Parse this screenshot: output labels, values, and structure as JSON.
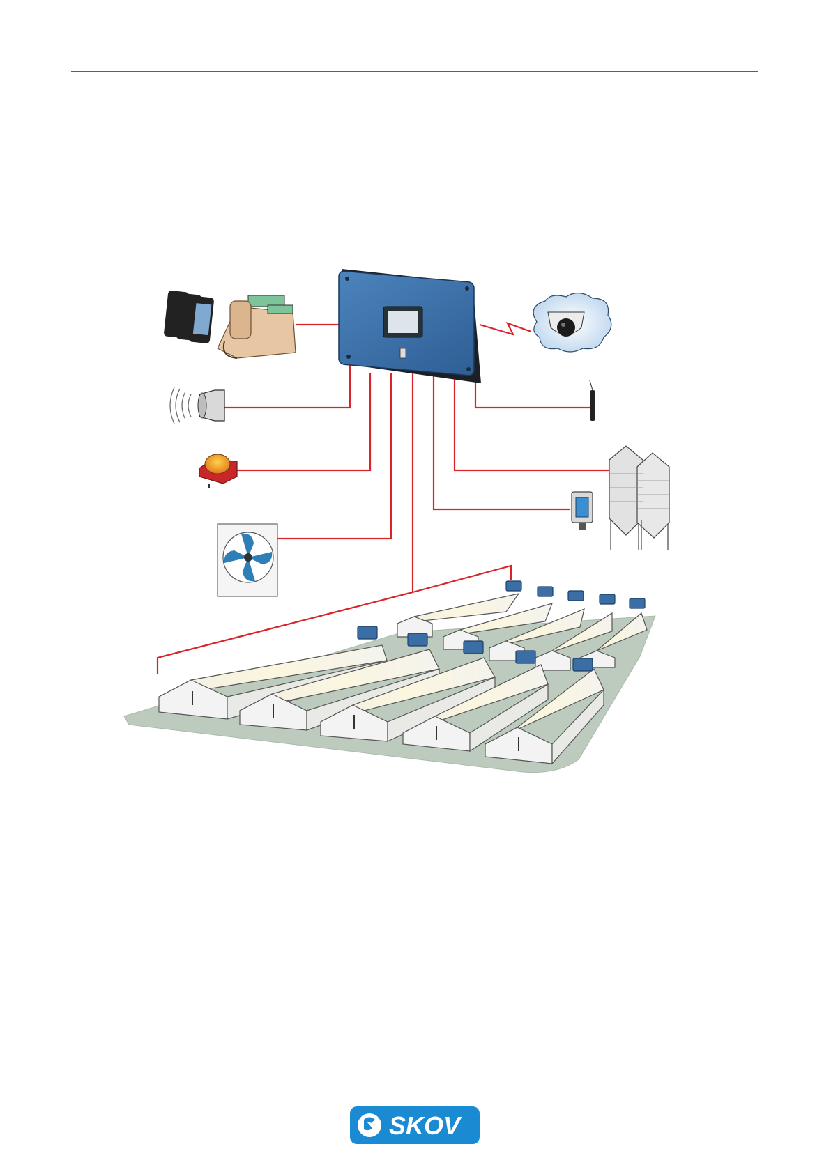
{
  "header": {},
  "diagram": {
    "components": [
      {
        "name": "mobile-phones",
        "icon": "mobile-phone-icon"
      },
      {
        "name": "desk-telephone",
        "icon": "telephone-icon"
      },
      {
        "name": "siren",
        "icon": "siren-icon"
      },
      {
        "name": "alarm-beacon",
        "icon": "beacon-light-icon"
      },
      {
        "name": "ventilation-fan",
        "icon": "fan-icon"
      },
      {
        "name": "central-controller",
        "icon": "controller-cabinet-icon"
      },
      {
        "name": "dome-camera",
        "icon": "camera-icon"
      },
      {
        "name": "temperature-sensor",
        "icon": "sensor-probe-icon"
      },
      {
        "name": "feed-silos",
        "icon": "silo-icon"
      },
      {
        "name": "silo-weighing-unit",
        "icon": "weighing-unit-icon"
      },
      {
        "name": "livestock-houses",
        "icon": "barn-icon"
      }
    ],
    "colors": {
      "wire": "#d9252a",
      "controller": "#3a6ea5",
      "ground": "#bccbbd",
      "brand_blue": "#1a8bd2"
    }
  },
  "footer": {
    "logo_text": "SKOV"
  }
}
